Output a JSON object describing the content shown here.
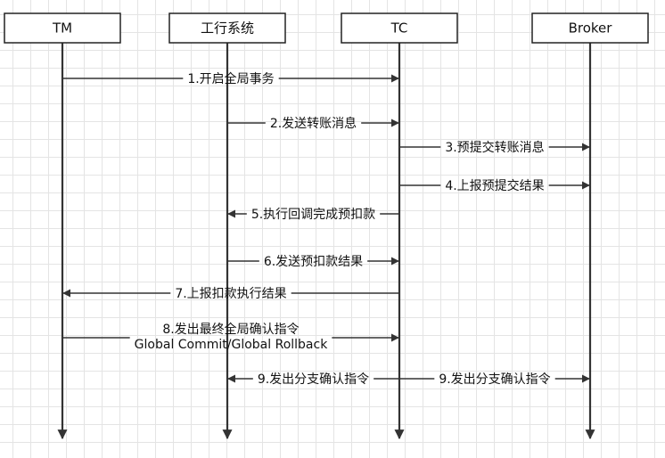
{
  "participants": [
    {
      "id": "tm",
      "label": "TM"
    },
    {
      "id": "icbc",
      "label": "工行系统"
    },
    {
      "id": "tc",
      "label": "TC"
    },
    {
      "id": "broker",
      "label": "Broker"
    }
  ],
  "messages": [
    {
      "step": 1,
      "from": "tm",
      "to": "tc",
      "label": "1.开启全局事务"
    },
    {
      "step": 2,
      "from": "icbc",
      "to": "tc",
      "label": "2.发送转账消息"
    },
    {
      "step": 3,
      "from": "tc",
      "to": "broker",
      "label": "3.预提交转账消息"
    },
    {
      "step": 4,
      "from": "tc",
      "to": "broker",
      "label": "4.上报预提交结果"
    },
    {
      "step": 5,
      "from": "tc",
      "to": "icbc",
      "label": "5.执行回调完成预扣款"
    },
    {
      "step": 6,
      "from": "icbc",
      "to": "tc",
      "label": "6.发送预扣款结果"
    },
    {
      "step": 7,
      "from": "tc",
      "to": "tm",
      "label": "7.上报扣款执行结果"
    },
    {
      "step": 8,
      "from": "tm",
      "to": "tc",
      "label": "8.发出最终全局确认指令",
      "label2": "Global Commit/Global Rollback"
    },
    {
      "step": 9,
      "from": "tc",
      "to": "icbc",
      "label": "9.发出分支确认指令"
    },
    {
      "step": 9,
      "from": "tc",
      "to": "broker",
      "label": "9.发出分支确认指令"
    }
  ],
  "colors": {
    "line": "#333333",
    "box_border": "#222222",
    "box_fill": "#ffffff",
    "text": "#111111"
  }
}
